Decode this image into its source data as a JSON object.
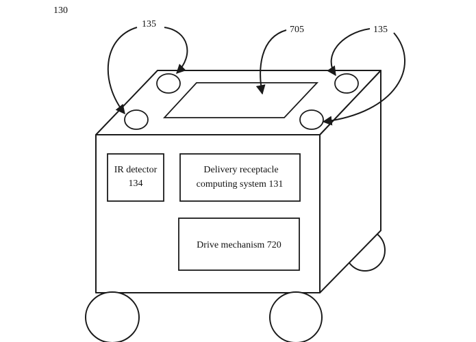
{
  "figure": {
    "number": "130"
  },
  "references": {
    "sensor_left": "135",
    "display": "705",
    "sensor_right": "135"
  },
  "components": {
    "ir_detector": {
      "line1": "IR detector",
      "line2": "134"
    },
    "computing_system": {
      "line1": "Delivery receptacle",
      "line2": "computing system  131"
    },
    "drive_mechanism": {
      "label": "Drive mechanism 720"
    }
  }
}
